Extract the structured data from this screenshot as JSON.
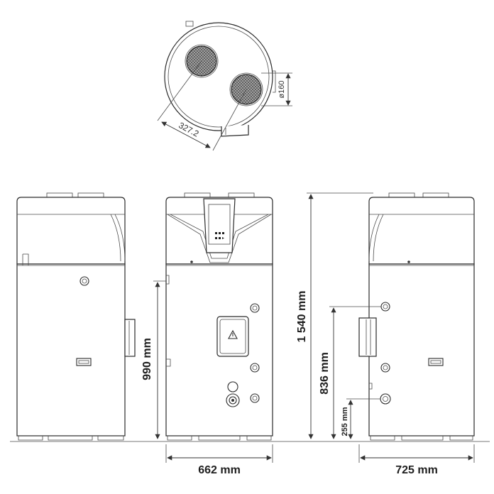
{
  "dimensions": {
    "duct_spacing": "327.2",
    "duct_diameter": "ø160",
    "total_height": "1 540 mm",
    "front_connection_height": "990 mm",
    "side_connection_height": "836 mm",
    "bottom_connection_height": "255 mm",
    "width_front": "662 mm",
    "depth_side": "725 mm"
  },
  "icons": {
    "warning": "warning-triangle-icon",
    "control_panel": "control-panel-icon"
  },
  "colors": {
    "outline": "#2a2a2a",
    "dimension_text": "#1e1e1e",
    "top_cap": "#f6f6f6"
  }
}
